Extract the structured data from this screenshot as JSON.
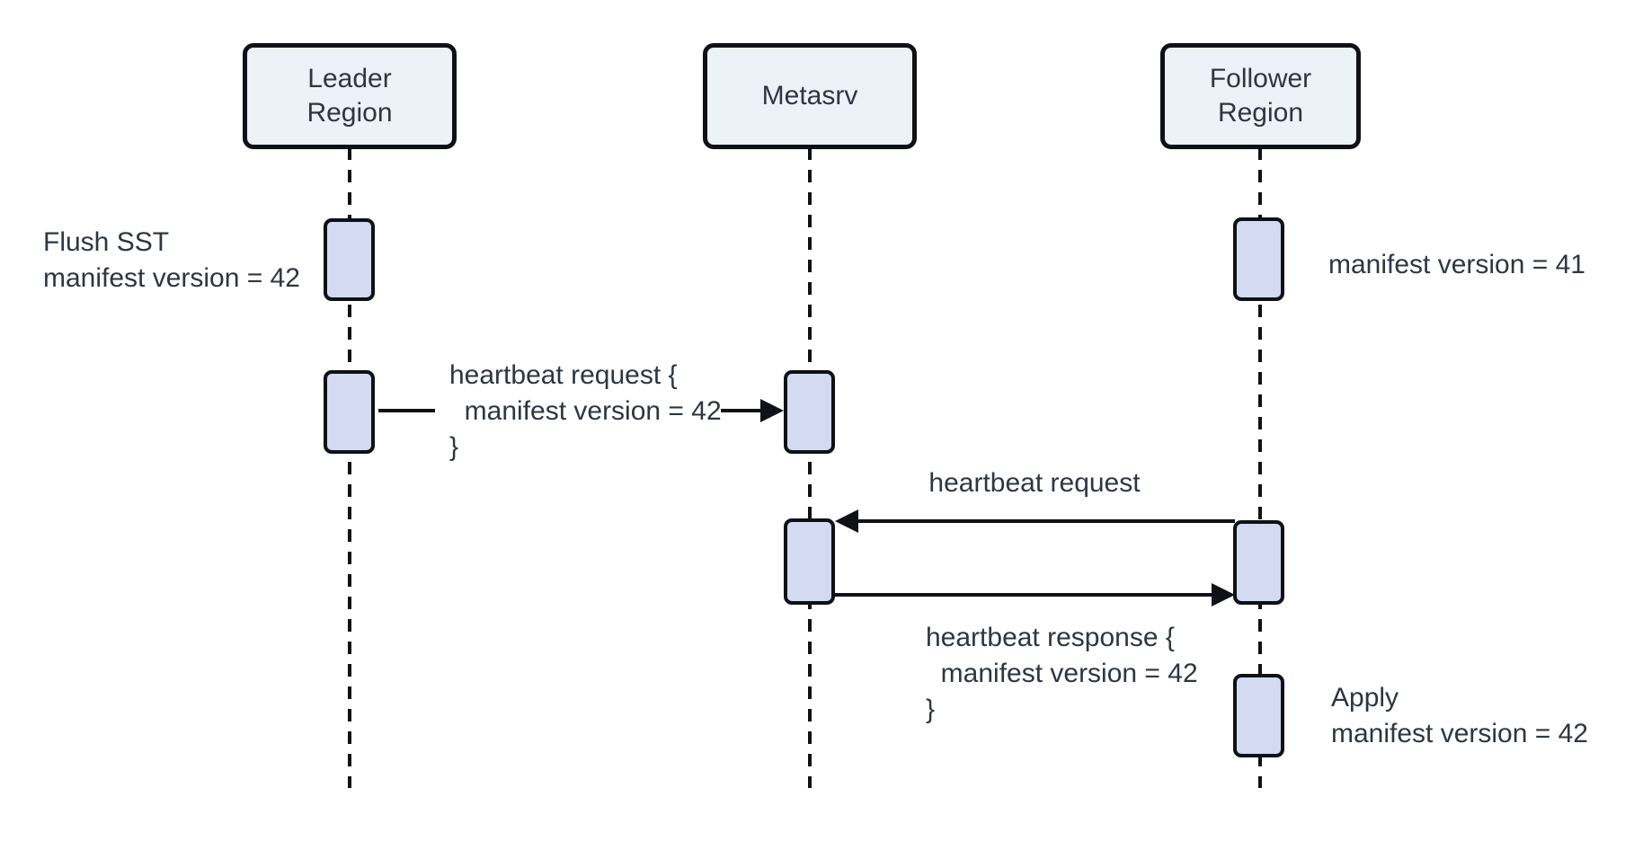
{
  "diagram": {
    "type": "sequence-diagram",
    "colors": {
      "background": "#ffffff",
      "actor_fill": "#edf1f8",
      "activation_fill": "#d4daf1",
      "stroke": "#101116",
      "text": "#2f3542"
    },
    "actors": [
      {
        "id": "leader-region",
        "label": "Leader\nRegion"
      },
      {
        "id": "metasrv",
        "label": "Metasrv"
      },
      {
        "id": "follower-region",
        "label": "Follower\nRegion"
      }
    ],
    "notes": {
      "flush_sst": "Flush SST\nmanifest version = 42",
      "manifest_41": "manifest version = 41",
      "apply": "Apply\nmanifest version = 42"
    },
    "messages": [
      {
        "from": "leader-region",
        "to": "metasrv",
        "label": "heartbeat request {\n  manifest version = 42\n}"
      },
      {
        "from": "follower-region",
        "to": "metasrv",
        "label": "heartbeat request"
      },
      {
        "from": "metasrv",
        "to": "follower-region",
        "label": "heartbeat response {\n  manifest version = 42\n}"
      }
    ]
  }
}
